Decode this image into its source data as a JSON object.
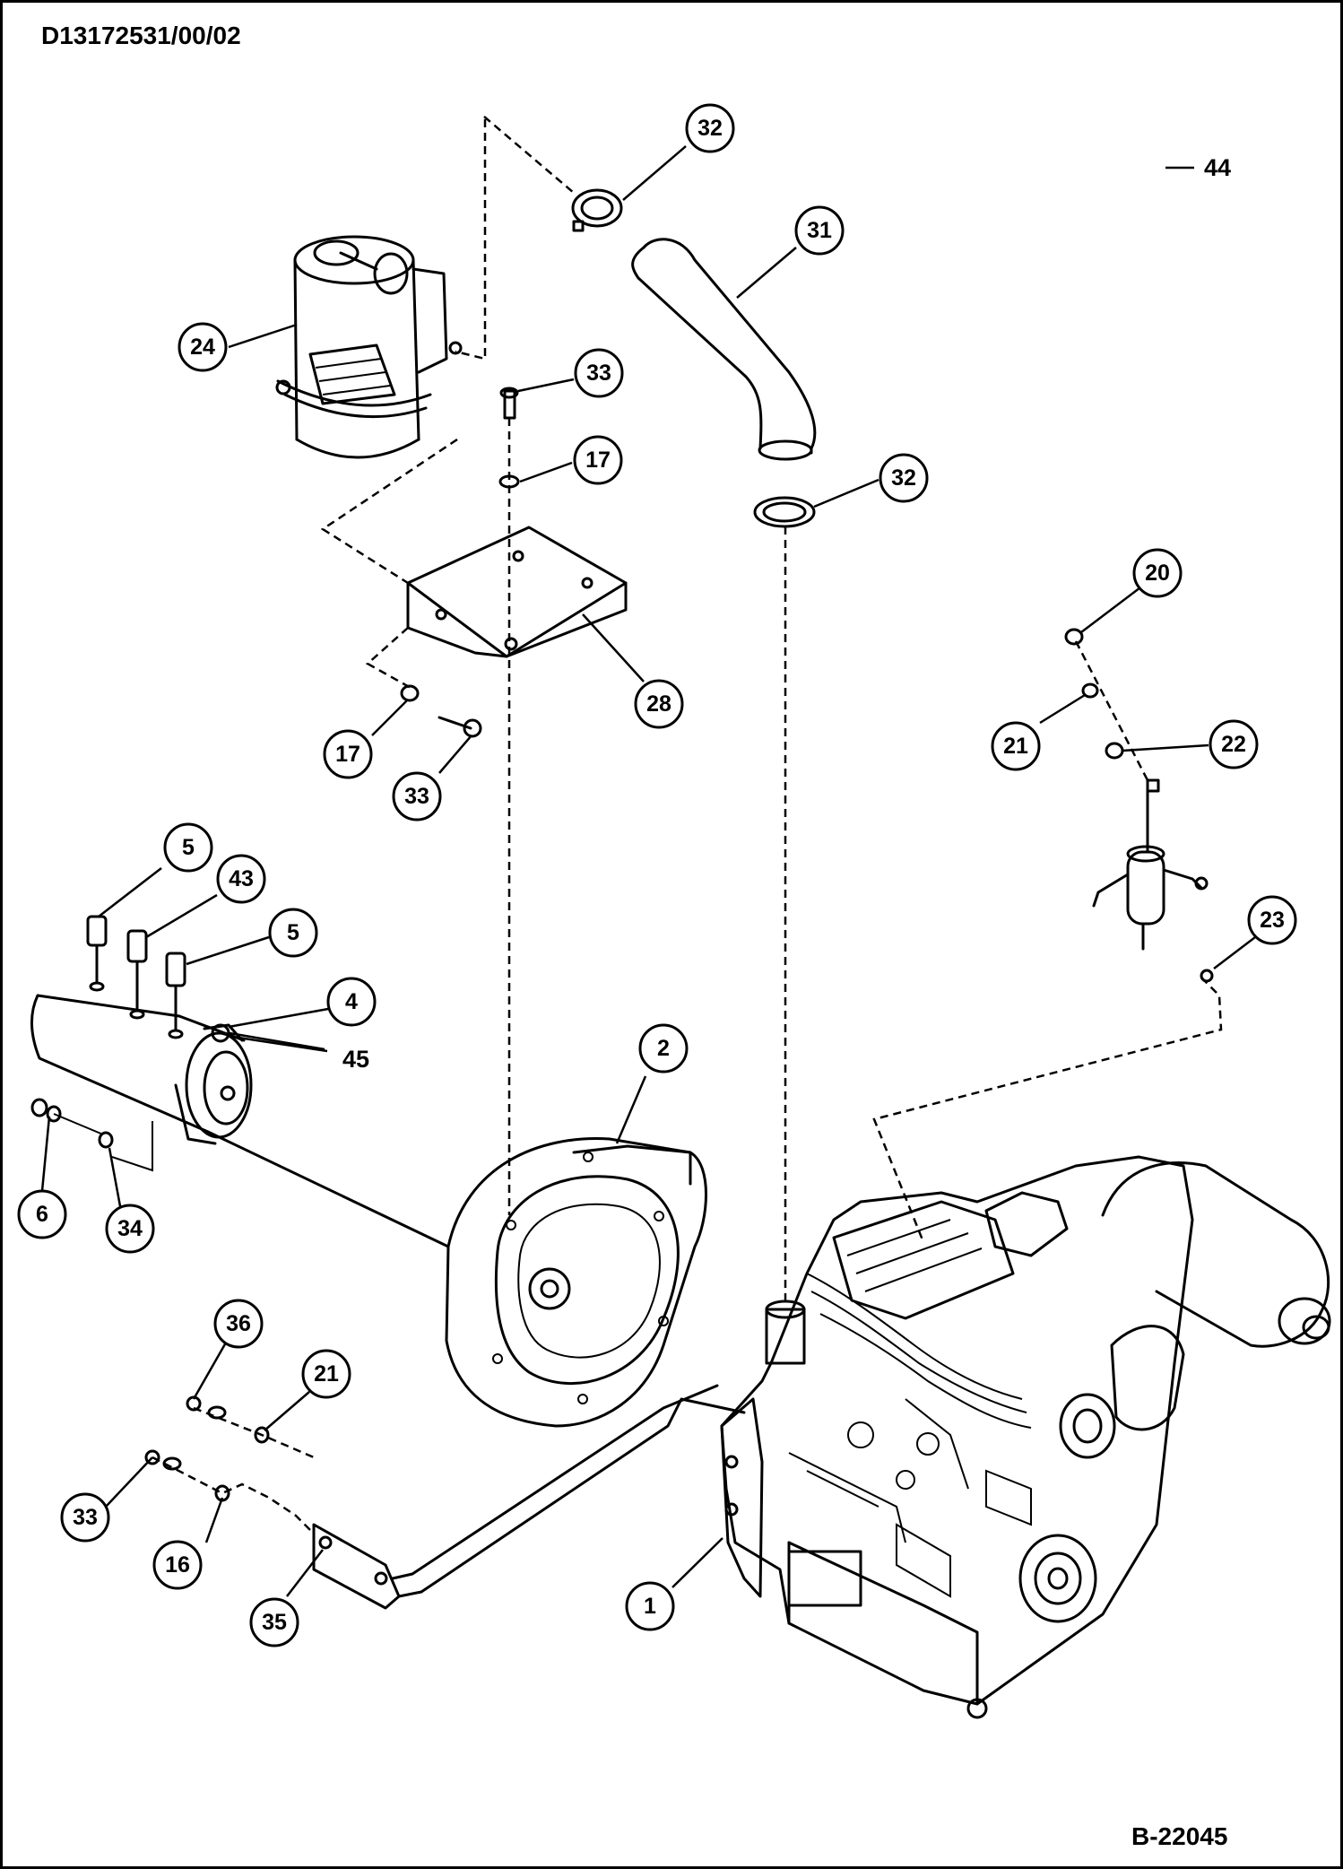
{
  "header": {
    "document_id": "D13172531/00/02"
  },
  "footer": {
    "figure_ref": "B-22045"
  },
  "callouts": [
    {
      "id": "c32a",
      "label": "32"
    },
    {
      "id": "c31",
      "label": "31"
    },
    {
      "id": "c24",
      "label": "24"
    },
    {
      "id": "c33a",
      "label": "33"
    },
    {
      "id": "c17a",
      "label": "17"
    },
    {
      "id": "c32b",
      "label": "32"
    },
    {
      "id": "c28",
      "label": "28"
    },
    {
      "id": "c17b",
      "label": "17"
    },
    {
      "id": "c33b",
      "label": "33"
    },
    {
      "id": "c20",
      "label": "20"
    },
    {
      "id": "c21a",
      "label": "21"
    },
    {
      "id": "c22",
      "label": "22"
    },
    {
      "id": "c23",
      "label": "23"
    },
    {
      "id": "c5a",
      "label": "5"
    },
    {
      "id": "c43",
      "label": "43"
    },
    {
      "id": "c5b",
      "label": "5"
    },
    {
      "id": "c4",
      "label": "4"
    },
    {
      "id": "c2",
      "label": "2"
    },
    {
      "id": "c6",
      "label": "6"
    },
    {
      "id": "c34",
      "label": "34"
    },
    {
      "id": "c36",
      "label": "36"
    },
    {
      "id": "c21b",
      "label": "21"
    },
    {
      "id": "c33c",
      "label": "33"
    },
    {
      "id": "c16",
      "label": "16"
    },
    {
      "id": "c35",
      "label": "35"
    },
    {
      "id": "c1",
      "label": "1"
    }
  ],
  "plain_labels": {
    "label_44": "44",
    "label_45": "45"
  }
}
